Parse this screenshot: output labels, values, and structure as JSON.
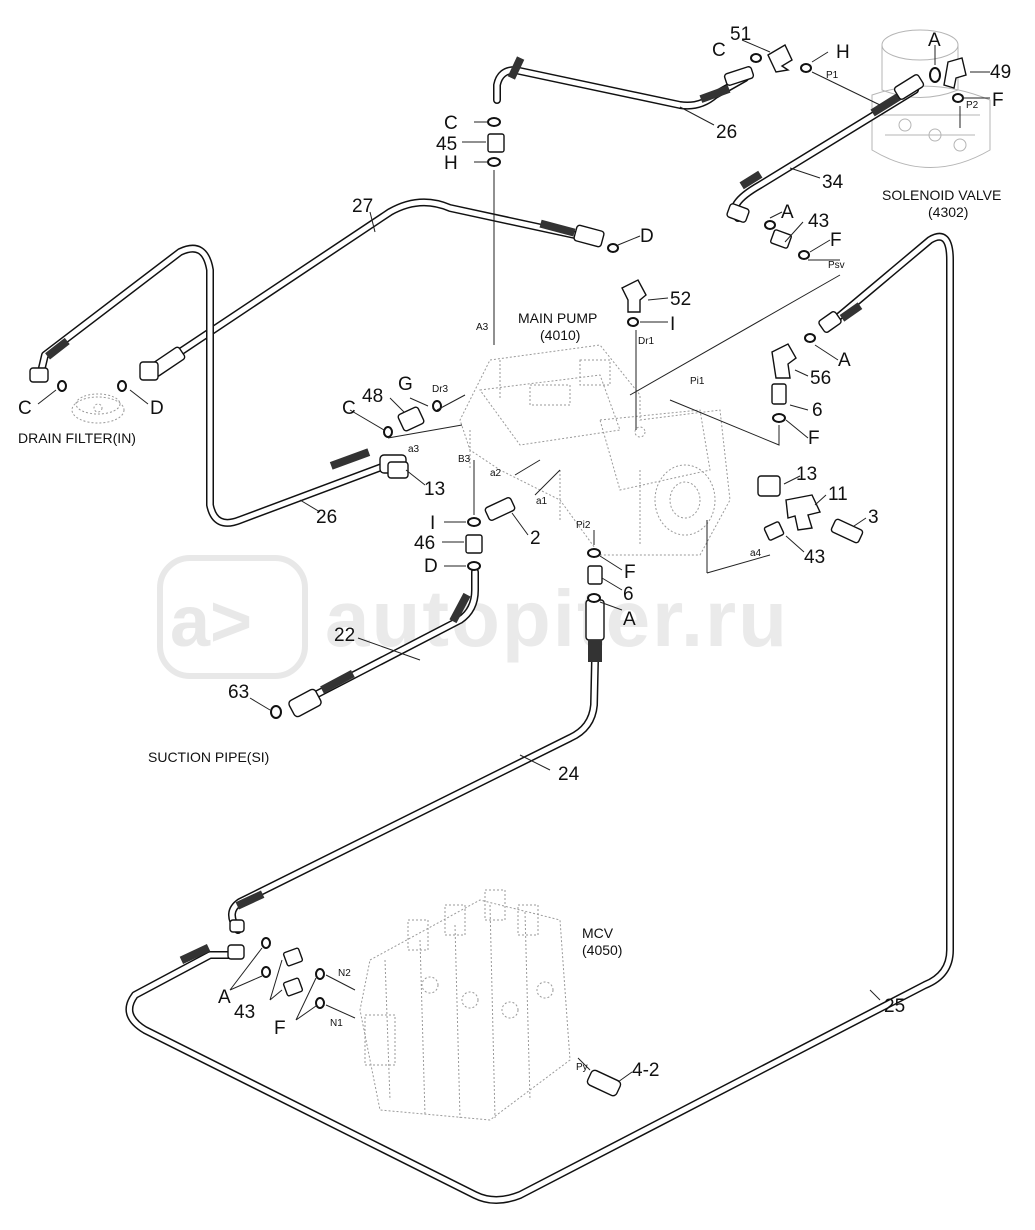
{
  "watermark": "autopiter.ru",
  "components": {
    "main_pump": {
      "name": "MAIN PUMP",
      "code": "(4010)"
    },
    "solenoid_valve": {
      "name": "SOLENOID VALVE",
      "code": "(4302)"
    },
    "mcv": {
      "name": "MCV",
      "code": "(4050)"
    },
    "drain_filter": "DRAIN FILTER(IN)",
    "suction_pipe": "SUCTION PIPE(SI)"
  },
  "part_numbers": {
    "p51": "51",
    "p49": "49",
    "p26_top": "26",
    "p34": "34",
    "p43_sv": "43",
    "p45": "45",
    "p27": "27",
    "p52": "52",
    "p48": "48",
    "p56": "56",
    "p6_right": "6",
    "p13_left": "13",
    "p13_right": "13",
    "p11": "11",
    "p3": "3",
    "p26_left": "26",
    "p2": "2",
    "p46": "46",
    "p43_pump": "43",
    "p6_mid": "6",
    "p22": "22",
    "p63": "63",
    "p24": "24",
    "p25": "25",
    "p43_mcv": "43",
    "p4_2": "4-2"
  },
  "letter_callouts": {
    "c_top": "C",
    "h_top": "H",
    "c_45": "C",
    "h_45": "H",
    "a_sv": "A",
    "f_sv": "F",
    "a_sv2": "A",
    "f_sv2": "F",
    "d_27": "D",
    "i_52": "I",
    "a_56": "A",
    "f_6": "F",
    "c_df": "C",
    "d_df": "D",
    "g_48": "G",
    "c_48": "C",
    "i_46": "I",
    "d_46": "D",
    "f_mid": "F",
    "a_mid": "A",
    "a_mcv": "A",
    "f_mcv": "F"
  },
  "port_labels": {
    "p1": "P1",
    "p2": "P2",
    "psv": "Psv",
    "a3": "A3",
    "dr1": "Dr1",
    "dr3": "Dr3",
    "pi1": "Pi1",
    "pi2": "Pi2",
    "a3_low": "a3",
    "b3": "B3",
    "a2": "a2",
    "a1": "a1",
    "a4": "a4",
    "n1": "N1",
    "n2": "N2",
    "py": "Py"
  }
}
